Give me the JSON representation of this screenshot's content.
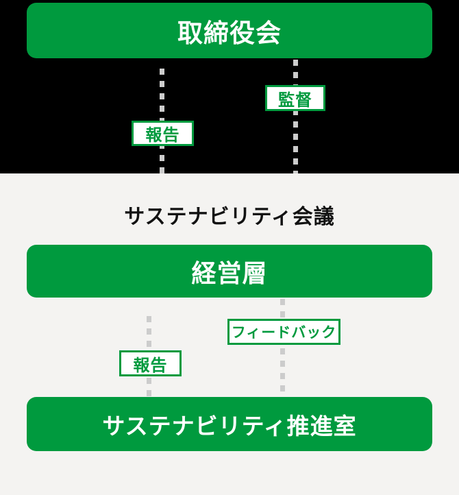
{
  "colors": {
    "green": "#009a3e",
    "black-bg": "#000000",
    "gray-bg": "#f4f3f1",
    "dash": "#cccccc",
    "box-text": "#ffffff",
    "title-text": "#121212"
  },
  "top_section": {
    "board_box_label": "取締役会",
    "labels": {
      "supervision": "監督",
      "report": "報告"
    }
  },
  "bottom_section": {
    "title": "サステナビリティ会議",
    "management_box_label": "経営層",
    "office_box_label": "サステナビリティ推進室",
    "labels": {
      "feedback": "フィードバック",
      "report": "報告"
    }
  }
}
